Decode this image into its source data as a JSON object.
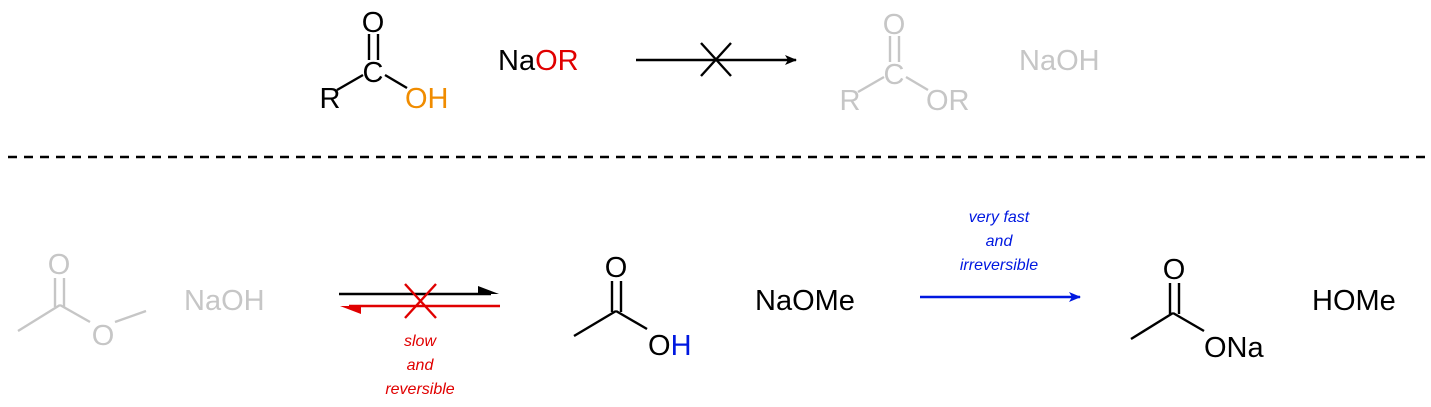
{
  "colors": {
    "black": "#000000",
    "grey": "#c6c6c6",
    "red": "#e00000",
    "orange": "#f08c00",
    "blue": "#0018e0"
  },
  "reaction1": {
    "acid": {
      "carbonyl_o": "O",
      "carbon": "C",
      "r_group": "R",
      "hydroxyl": "OH"
    },
    "alkoxide": {
      "metal": "Na",
      "alkoxide": "OR"
    },
    "arrow_mark": "x-mark",
    "ester_product": {
      "carbonyl_o": "O",
      "carbon": "C",
      "r_group": "R",
      "alkoxy": "OR"
    },
    "byproduct": "NaOH"
  },
  "reaction2": {
    "ester": {
      "carbonyl_o": "O",
      "ester_o": "O"
    },
    "base": "NaOH",
    "equilibrium_note": [
      "slow",
      "and",
      "reversible"
    ],
    "acid": {
      "carbonyl_o": "O",
      "o": "O",
      "h": "H"
    },
    "alkoxide_base": "NaOMe",
    "fast_note": [
      "very fast",
      "and",
      "irreversible"
    ],
    "carboxylate": {
      "carbonyl_o": "O",
      "salt": "ONa"
    },
    "alcohol": "HOMe"
  }
}
